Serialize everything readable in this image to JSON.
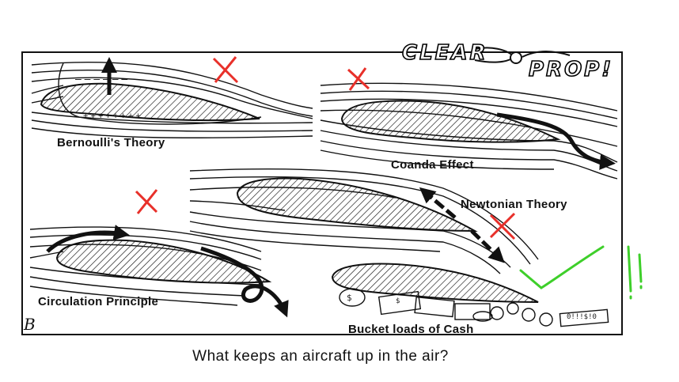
{
  "cartoon": {
    "panels": {
      "bernoulli": "Bernoulli's Theory",
      "coanda": "Coanda Effect",
      "newtonian": "Newtonian Theory",
      "circulation": "Circulation Principle",
      "cash": "Bucket loads of Cash"
    },
    "logo": {
      "line1": "CLEAR",
      "line2": "PROP!"
    },
    "signature": "B",
    "caption": "What keeps an aircraft up in the air?",
    "money_marks": [
      "$",
      "$",
      "0!!!$!0"
    ],
    "colors": {
      "cross": "#e8302a",
      "check": "#3ecf2a",
      "ink": "#111111"
    }
  }
}
